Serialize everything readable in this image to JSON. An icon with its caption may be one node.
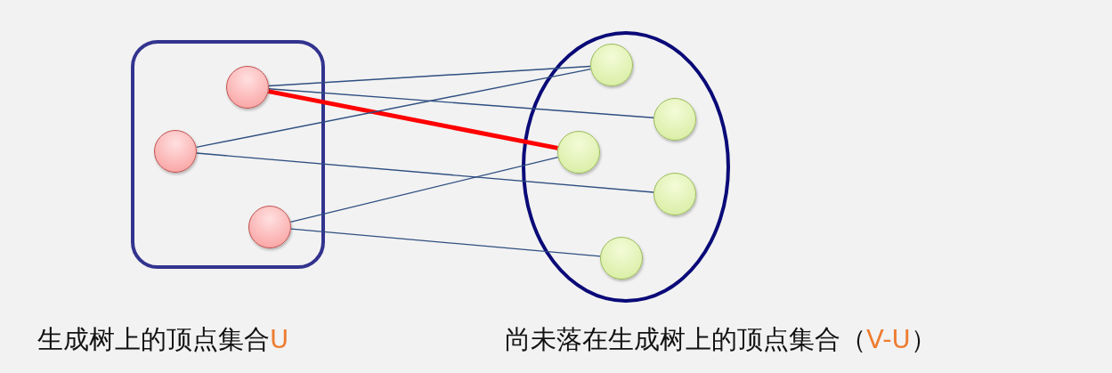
{
  "diagram": {
    "nodes": [
      {
        "text": [],
        "shape": "box",
        "beside": [
          "生成树上的顶点集合U"
        ]
      },
      {
        "text": [],
        "shape": "circle",
        "in": 0
      },
      {
        "text": [],
        "shape": "circle",
        "in": 0
      },
      {
        "text": [],
        "shape": "circle",
        "in": 0
      },
      {
        "text": [],
        "shape": "ellipse",
        "beside": [
          "尚未落在生成树上的顶点集合（V-U）"
        ]
      },
      {
        "text": [],
        "shape": "circle",
        "in": 4
      },
      {
        "text": [],
        "shape": "circle",
        "in": 4
      },
      {
        "text": [],
        "shape": "circle",
        "in": 4
      },
      {
        "text": [],
        "shape": "circle",
        "in": 4
      },
      {
        "text": [],
        "shape": "circle",
        "in": 4
      }
    ],
    "edges": [
      {
        "from": 1,
        "to": 5,
        "arrow": "none"
      },
      {
        "from": 1,
        "to": 6,
        "arrow": "none"
      },
      {
        "from": 1,
        "to": 7,
        "arrow": "none",
        "style": "thick",
        "color": "#ff0000"
      },
      {
        "from": 2,
        "to": 5,
        "arrow": "none"
      },
      {
        "from": 2,
        "to": 8,
        "arrow": "none"
      },
      {
        "from": 3,
        "to": 7,
        "arrow": "none"
      },
      {
        "from": 3,
        "to": 9,
        "arrow": "none"
      }
    ]
  }
}
